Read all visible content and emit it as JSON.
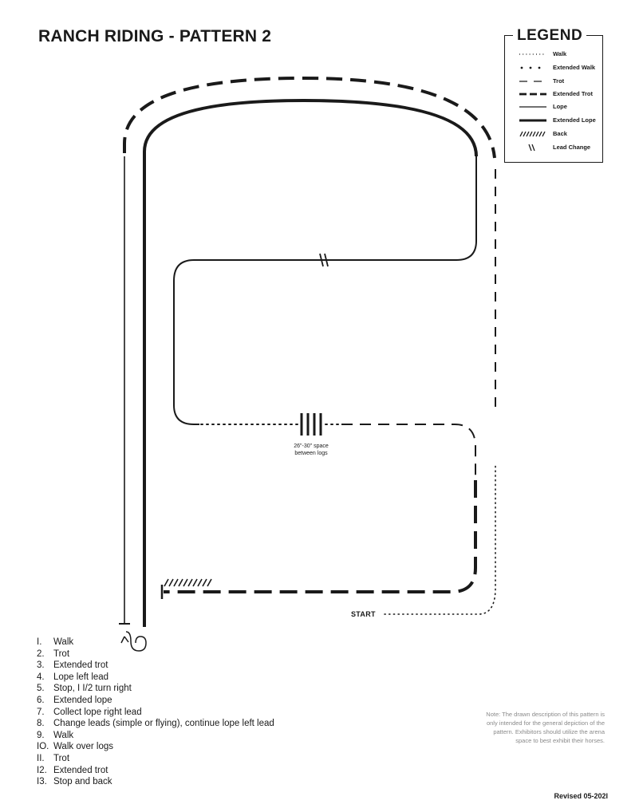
{
  "title": "RANCH RIDING - PATTERN 2",
  "legend": {
    "title": "LEGEND",
    "items": [
      {
        "style": "walk",
        "label": "Walk"
      },
      {
        "style": "extended-walk",
        "label": "Extended Walk"
      },
      {
        "style": "trot",
        "label": "Trot"
      },
      {
        "style": "extended-trot",
        "label": "Extended Trot"
      },
      {
        "style": "lope",
        "label": "Lope"
      },
      {
        "style": "extended-lope",
        "label": "Extended Lope"
      },
      {
        "style": "back",
        "label": "Back"
      },
      {
        "style": "lead-change",
        "label": "Lead Change"
      }
    ]
  },
  "diagram": {
    "logs_note": "26\"-30\" space between logs",
    "start_label": "START"
  },
  "steps": [
    {
      "num": "I.",
      "text": "Walk"
    },
    {
      "num": "2.",
      "text": "Trot"
    },
    {
      "num": "3.",
      "text": "Extended trot"
    },
    {
      "num": "4.",
      "text": "Lope left lead"
    },
    {
      "num": "5.",
      "text": "Stop, I I/2 turn right"
    },
    {
      "num": "6.",
      "text": "Extended lope"
    },
    {
      "num": "7.",
      "text": "Collect lope right lead"
    },
    {
      "num": "8.",
      "text": "Change leads (simple or flying), continue lope left lead"
    },
    {
      "num": "9.",
      "text": "Walk"
    },
    {
      "num": "IO.",
      "text": "Walk over logs"
    },
    {
      "num": "II.",
      "text": "Trot"
    },
    {
      "num": "I2.",
      "text": "Extended trot"
    },
    {
      "num": "I3.",
      "text": "Stop and back"
    }
  ],
  "note": "Note: The drawn description of this pattern is only intended for the general depiction of the pattern. Exhibitors should utilize the arena space to best exhibit their horses.",
  "revised": "Revised 05-202I"
}
